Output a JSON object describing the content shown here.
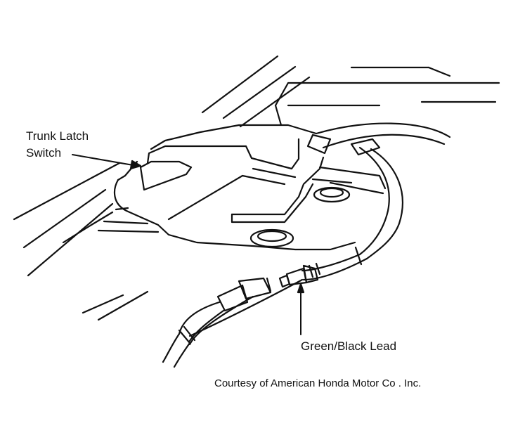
{
  "labels": {
    "trunk_latch_line1": "Trunk Latch",
    "trunk_latch_line2": "Switch",
    "lead": "Green/Black Lead",
    "credit": "Courtesy of American Honda Motor Co . Inc."
  },
  "colors": {
    "ink": "#111111",
    "paper": "#ffffff"
  }
}
